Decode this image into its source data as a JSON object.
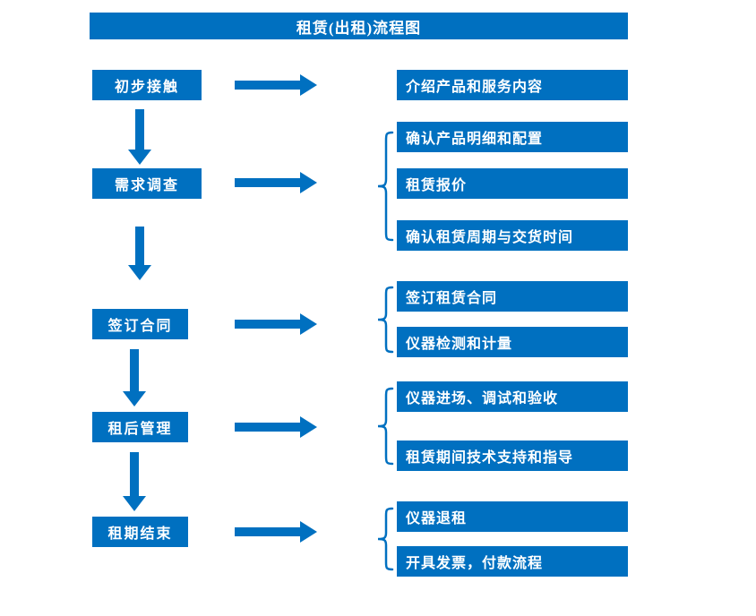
{
  "title": "租赁(出租)流程图",
  "colors": {
    "primary": "#0070C0",
    "box_text": "#FFFFFF",
    "background": "#FFFFFF"
  },
  "steps": [
    {
      "label": "初步接触",
      "details": [
        "介绍产品和服务内容"
      ]
    },
    {
      "label": "需求调查",
      "details": [
        "确认产品明细和配置",
        "租赁报价",
        "确认租赁周期与交货时间"
      ]
    },
    {
      "label": "签订合同",
      "details": [
        "签订租赁合同",
        "仪器检测和计量"
      ]
    },
    {
      "label": "租后管理",
      "details": [
        "仪器进场、调试和验收",
        "租赁期间技术支持和指导"
      ]
    },
    {
      "label": "租期结束",
      "details": [
        "仪器退租",
        "开具发票，付款流程"
      ]
    }
  ]
}
